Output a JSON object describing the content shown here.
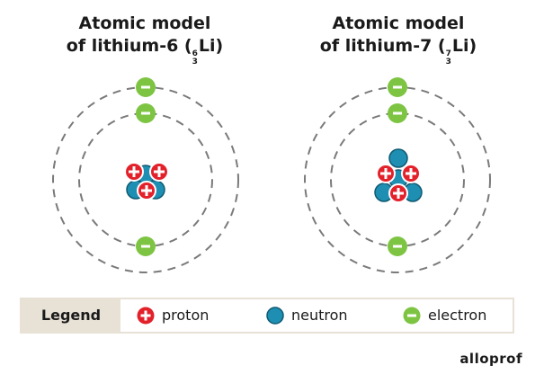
{
  "models": [
    {
      "title_line1": "Atomic model",
      "title_prefix": "of lithium-6 (",
      "mass_number": "6",
      "atomic_number": "3",
      "symbol": "Li",
      "title_suffix": ")",
      "protons": 3,
      "neutrons": 3,
      "electrons": 3
    },
    {
      "title_line1": "Atomic model",
      "title_prefix": "of lithium-7 (",
      "mass_number": "7",
      "atomic_number": "3",
      "symbol": "Li",
      "title_suffix": ")",
      "protons": 3,
      "neutrons": 4,
      "electrons": 3
    }
  ],
  "legend": {
    "heading": "Legend",
    "proton": "proton",
    "neutron": "neutron",
    "electron": "electron"
  },
  "brand": "alloprof",
  "colors": {
    "proton": "#e3212b",
    "neutron": "#1e8fb3",
    "neutron_stroke": "#0f5a73",
    "electron": "#7ec443",
    "orbit": "#7a7a7a",
    "legend_bg": "#e8e1d6"
  }
}
